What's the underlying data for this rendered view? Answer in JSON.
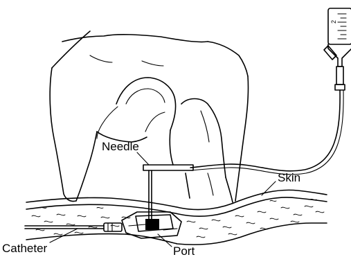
{
  "labels": {
    "needle": "Needle",
    "skin": "Skin",
    "catheter": "Catheter",
    "port": "Port"
  },
  "syringe": {
    "scale_mark": "2"
  },
  "colors": {
    "ink": "#000000",
    "background": "#ffffff"
  }
}
